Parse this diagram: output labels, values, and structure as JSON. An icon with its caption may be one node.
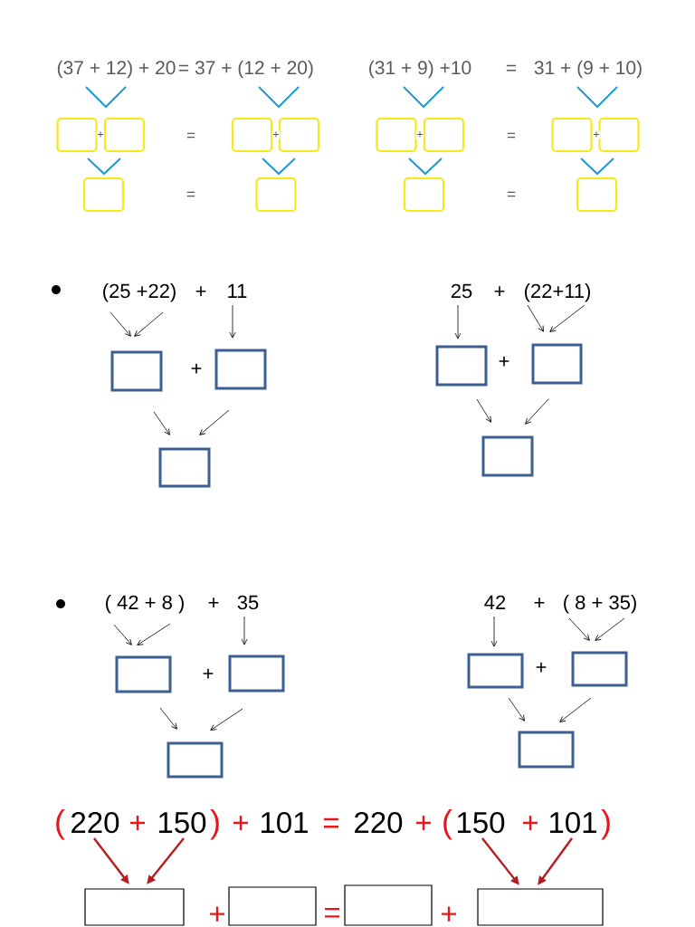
{
  "diagram": {
    "nodes": [
      {
        "text": [],
        "shape": "box"
      },
      {
        "text": [],
        "shape": "box"
      },
      {
        "text": [],
        "shape": "box"
      },
      {
        "text": [],
        "shape": "box"
      },
      {
        "text": [],
        "shape": "box"
      },
      {
        "text": [],
        "shape": "box"
      },
      {
        "text": [],
        "shape": "box"
      },
      {
        "text": [],
        "shape": "box"
      },
      {
        "text": [],
        "shape": "box"
      },
      {
        "text": [],
        "shape": "box"
      },
      {
        "text": [],
        "shape": "box"
      },
      {
        "text": [],
        "shape": "box"
      },
      {
        "text": [
          "(25 +22)"
        ]
      },
      {
        "text": [
          "11"
        ]
      },
      {
        "text": [
          "25"
        ]
      },
      {
        "text": [
          "(22+11)"
        ]
      },
      {
        "text": [],
        "shape": "box"
      },
      {
        "text": [],
        "shape": "box"
      },
      {
        "text": [],
        "shape": "box"
      },
      {
        "text": [],
        "shape": "box"
      },
      {
        "text": [],
        "shape": "box"
      },
      {
        "text": [],
        "shape": "box"
      },
      {
        "text": [
          "( 42 + 8 )"
        ]
      },
      {
        "text": [
          "35"
        ]
      },
      {
        "text": [
          "42"
        ]
      },
      {
        "text": [
          "( 8 + 35)"
        ]
      },
      {
        "text": [],
        "shape": "box"
      },
      {
        "text": [],
        "shape": "box"
      },
      {
        "text": [],
        "shape": "box"
      },
      {
        "text": [],
        "shape": "box"
      },
      {
        "text": [],
        "shape": "box"
      },
      {
        "text": [],
        "shape": "box"
      },
      {
        "text": [
          "220"
        ]
      },
      {
        "text": [
          "150"
        ]
      },
      {
        "text": [
          "150"
        ]
      },
      {
        "text": [
          "101"
        ]
      },
      {
        "text": [],
        "shape": "box"
      },
      {
        "text": [],
        "shape": "box"
      },
      {
        "text": [],
        "shape": "box"
      },
      {
        "text": [],
        "shape": "box"
      }
    ],
    "edges": [
      {
        "from": 12,
        "to": 16,
        "arrow": "to"
      },
      {
        "from": 12,
        "to": 16,
        "arrow": "to"
      },
      {
        "from": 13,
        "to": 17,
        "arrow": "to"
      },
      {
        "from": 16,
        "to": 20,
        "arrow": "to"
      },
      {
        "from": 17,
        "to": 20,
        "arrow": "to"
      },
      {
        "from": 14,
        "to": 18,
        "arrow": "to"
      },
      {
        "from": 15,
        "to": 19,
        "arrow": "to"
      },
      {
        "from": 15,
        "to": 19,
        "arrow": "to"
      },
      {
        "from": 18,
        "to": 21,
        "arrow": "to"
      },
      {
        "from": 19,
        "to": 21,
        "arrow": "to"
      },
      {
        "from": 22,
        "to": 26,
        "arrow": "to"
      },
      {
        "from": 22,
        "to": 26,
        "arrow": "to"
      },
      {
        "from": 23,
        "to": 27,
        "arrow": "to"
      },
      {
        "from": 26,
        "to": 30,
        "arrow": "to"
      },
      {
        "from": 27,
        "to": 30,
        "arrow": "to"
      },
      {
        "from": 24,
        "to": 28,
        "arrow": "to"
      },
      {
        "from": 25,
        "to": 29,
        "arrow": "to"
      },
      {
        "from": 25,
        "to": 29,
        "arrow": "to"
      },
      {
        "from": 28,
        "to": 31,
        "arrow": "to"
      },
      {
        "from": 29,
        "to": 31,
        "arrow": "to"
      },
      {
        "from": 32,
        "to": 36,
        "arrow": "to",
        "style": "thick",
        "color": "#b41e1e"
      },
      {
        "from": 33,
        "to": 36,
        "arrow": "to",
        "style": "thick",
        "color": "#b41e1e"
      },
      {
        "from": 34,
        "to": 39,
        "arrow": "to",
        "style": "thick",
        "color": "#b41e1e"
      },
      {
        "from": 35,
        "to": 39,
        "arrow": "to",
        "style": "thick",
        "color": "#b41e1e"
      }
    ],
    "labels": [
      "(37 + 12) + 20",
      "=",
      "37 + (12 + 20)",
      "(31 + 9) +10",
      "=",
      "31 + (9 + 10)",
      "+",
      "=",
      "+",
      "+",
      "=",
      "+",
      "=",
      "=",
      "+",
      "+",
      "+",
      "+",
      "+",
      "+",
      "+",
      "+",
      "(",
      "+",
      ")",
      "+",
      "101",
      "=",
      "220",
      "+",
      "(",
      "+",
      ")",
      "+",
      "=",
      "+"
    ]
  }
}
